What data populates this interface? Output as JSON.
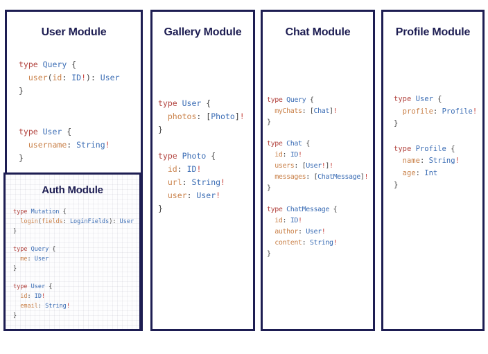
{
  "colors": {
    "navy": "#1d1d52",
    "keyword": "#b2433e",
    "type": "#3a6cb4",
    "field": "#c98048",
    "punct": "#414141",
    "bang": "#c7443e"
  },
  "modules": [
    {
      "id": "user",
      "title": "User Module",
      "blocks": [
        [
          [
            [
              "k",
              "type "
            ],
            [
              "t",
              "Query"
            ],
            [
              "p",
              " {"
            ]
          ],
          [
            [
              "p",
              "  "
            ],
            [
              "f",
              "user"
            ],
            [
              "p",
              "("
            ],
            [
              "f",
              "id"
            ],
            [
              "p",
              ": "
            ],
            [
              "t",
              "ID"
            ],
            [
              "b",
              "!"
            ],
            [
              "p",
              "): "
            ],
            [
              "t",
              "User"
            ]
          ],
          [
            [
              "p",
              "}"
            ]
          ]
        ],
        [
          [
            [
              "k",
              "type "
            ],
            [
              "t",
              "User"
            ],
            [
              "p",
              " {"
            ]
          ],
          [
            [
              "p",
              "  "
            ],
            [
              "f",
              "username"
            ],
            [
              "p",
              ": "
            ],
            [
              "t",
              "String"
            ],
            [
              "b",
              "!"
            ]
          ],
          [
            [
              "p",
              "}"
            ]
          ]
        ]
      ]
    },
    {
      "id": "gallery",
      "title": "Gallery Module",
      "blocks": [
        [
          [
            [
              "k",
              "type "
            ],
            [
              "t",
              "User"
            ],
            [
              "p",
              " {"
            ]
          ],
          [
            [
              "p",
              "  "
            ],
            [
              "f",
              "photos"
            ],
            [
              "p",
              ": ["
            ],
            [
              "t",
              "Photo"
            ],
            [
              "p",
              "]"
            ],
            [
              "b",
              "!"
            ]
          ],
          [
            [
              "p",
              "}"
            ]
          ]
        ],
        [
          [
            [
              "k",
              "type "
            ],
            [
              "t",
              "Photo"
            ],
            [
              "p",
              " {"
            ]
          ],
          [
            [
              "p",
              "  "
            ],
            [
              "f",
              "id"
            ],
            [
              "p",
              ": "
            ],
            [
              "t",
              "ID"
            ],
            [
              "b",
              "!"
            ]
          ],
          [
            [
              "p",
              "  "
            ],
            [
              "f",
              "url"
            ],
            [
              "p",
              ": "
            ],
            [
              "t",
              "String"
            ],
            [
              "b",
              "!"
            ]
          ],
          [
            [
              "p",
              "  "
            ],
            [
              "f",
              "user"
            ],
            [
              "p",
              ": "
            ],
            [
              "t",
              "User"
            ],
            [
              "b",
              "!"
            ]
          ],
          [
            [
              "p",
              "}"
            ]
          ]
        ]
      ]
    },
    {
      "id": "chat",
      "title": "Chat Module",
      "blocks": [
        [
          [
            [
              "k",
              "type "
            ],
            [
              "t",
              "Query"
            ],
            [
              "p",
              " {"
            ]
          ],
          [
            [
              "p",
              "  "
            ],
            [
              "f",
              "myChats"
            ],
            [
              "p",
              ": ["
            ],
            [
              "t",
              "Chat"
            ],
            [
              "p",
              "]"
            ],
            [
              "b",
              "!"
            ]
          ],
          [
            [
              "p",
              "}"
            ]
          ]
        ],
        [
          [
            [
              "k",
              "type "
            ],
            [
              "t",
              "Chat"
            ],
            [
              "p",
              " {"
            ]
          ],
          [
            [
              "p",
              "  "
            ],
            [
              "f",
              "id"
            ],
            [
              "p",
              ": "
            ],
            [
              "t",
              "ID"
            ],
            [
              "b",
              "!"
            ]
          ],
          [
            [
              "p",
              "  "
            ],
            [
              "f",
              "users"
            ],
            [
              "p",
              ": ["
            ],
            [
              "t",
              "User"
            ],
            [
              "b",
              "!"
            ],
            [
              "p",
              "]"
            ],
            [
              "b",
              "!"
            ]
          ],
          [
            [
              "p",
              "  "
            ],
            [
              "f",
              "messages"
            ],
            [
              "p",
              ": ["
            ],
            [
              "t",
              "ChatMessage"
            ],
            [
              "p",
              "]"
            ],
            [
              "b",
              "!"
            ]
          ],
          [
            [
              "p",
              "}"
            ]
          ]
        ],
        [
          [
            [
              "k",
              "type "
            ],
            [
              "t",
              "ChatMessage"
            ],
            [
              "p",
              " {"
            ]
          ],
          [
            [
              "p",
              "  "
            ],
            [
              "f",
              "id"
            ],
            [
              "p",
              ": "
            ],
            [
              "t",
              "ID"
            ],
            [
              "b",
              "!"
            ]
          ],
          [
            [
              "p",
              "  "
            ],
            [
              "f",
              "author"
            ],
            [
              "p",
              ": "
            ],
            [
              "t",
              "User"
            ],
            [
              "b",
              "!"
            ]
          ],
          [
            [
              "p",
              "  "
            ],
            [
              "f",
              "content"
            ],
            [
              "p",
              ": "
            ],
            [
              "t",
              "String"
            ],
            [
              "b",
              "!"
            ]
          ],
          [
            [
              "p",
              "}"
            ]
          ]
        ]
      ]
    },
    {
      "id": "profile",
      "title": "Profile Module",
      "blocks": [
        [
          [
            [
              "k",
              "type "
            ],
            [
              "t",
              "User"
            ],
            [
              "p",
              " {"
            ]
          ],
          [
            [
              "p",
              "  "
            ],
            [
              "f",
              "profile"
            ],
            [
              "p",
              ": "
            ],
            [
              "t",
              "Profile"
            ],
            [
              "b",
              "!"
            ]
          ],
          [
            [
              "p",
              "}"
            ]
          ]
        ],
        [
          [
            [
              "k",
              "type "
            ],
            [
              "t",
              "Profile"
            ],
            [
              "p",
              " {"
            ]
          ],
          [
            [
              "p",
              "  "
            ],
            [
              "f",
              "name"
            ],
            [
              "p",
              ": "
            ],
            [
              "t",
              "String"
            ],
            [
              "b",
              "!"
            ]
          ],
          [
            [
              "p",
              "  "
            ],
            [
              "f",
              "age"
            ],
            [
              "p",
              ": "
            ],
            [
              "t",
              "Int"
            ]
          ],
          [
            [
              "p",
              "}"
            ]
          ]
        ]
      ]
    }
  ],
  "auth": {
    "title": "Auth Module",
    "blocks": [
      [
        [
          [
            "k",
            "type "
          ],
          [
            "t",
            "Mutation"
          ],
          [
            "p",
            " {"
          ]
        ],
        [
          [
            "p",
            "  "
          ],
          [
            "f",
            "login"
          ],
          [
            "p",
            "("
          ],
          [
            "f",
            "fields"
          ],
          [
            "p",
            ": "
          ],
          [
            "t",
            "LoginFields"
          ],
          [
            "p",
            "): "
          ],
          [
            "t",
            "User"
          ]
        ],
        [
          [
            "p",
            "}"
          ]
        ]
      ],
      [
        [
          [
            "k",
            "type "
          ],
          [
            "t",
            "Query"
          ],
          [
            "p",
            " {"
          ]
        ],
        [
          [
            "p",
            "  "
          ],
          [
            "f",
            "me"
          ],
          [
            "p",
            ": "
          ],
          [
            "t",
            "User"
          ]
        ],
        [
          [
            "p",
            "}"
          ]
        ]
      ],
      [
        [
          [
            "k",
            "type "
          ],
          [
            "t",
            "User"
          ],
          [
            "p",
            " {"
          ]
        ],
        [
          [
            "p",
            "  "
          ],
          [
            "f",
            "id"
          ],
          [
            "p",
            ": "
          ],
          [
            "t",
            "ID"
          ],
          [
            "b",
            "!"
          ]
        ],
        [
          [
            "p",
            "  "
          ],
          [
            "f",
            "email"
          ],
          [
            "p",
            ": "
          ],
          [
            "t",
            "String"
          ],
          [
            "b",
            "!"
          ]
        ],
        [
          [
            "p",
            "}"
          ]
        ]
      ]
    ]
  }
}
